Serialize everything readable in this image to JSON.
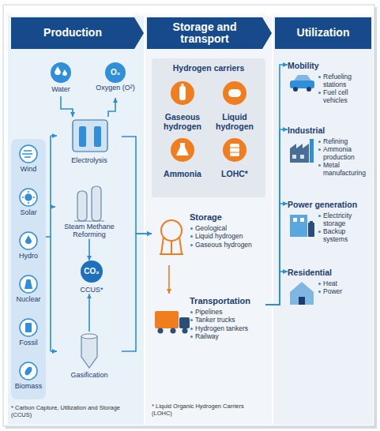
{
  "diagram": {
    "nodes": [
      {
        "text": [
          "Production"
        ]
      },
      {
        "text": [
          "Storage and transport"
        ]
      },
      {
        "text": [
          "Utilization"
        ]
      },
      {
        "text": [
          "Water"
        ]
      },
      {
        "text": [
          "O₂",
          "Oxygen (O²)"
        ]
      },
      {
        "text": [
          "Wind"
        ]
      },
      {
        "text": [
          "Solar"
        ]
      },
      {
        "text": [
          "Hydro"
        ]
      },
      {
        "text": [
          "Nuclear"
        ]
      },
      {
        "text": [
          "Fossil"
        ]
      },
      {
        "text": [
          "Biomass"
        ]
      },
      {
        "text": [
          "Electrolysis"
        ]
      },
      {
        "text": [
          "Steam Methane Reforming"
        ]
      },
      {
        "text": [
          "CO₂",
          "CCUS*"
        ]
      },
      {
        "text": [
          "Gasification"
        ]
      },
      {
        "text": [
          "Hydrogen carriers"
        ]
      },
      {
        "text": [
          "Gaseous hydrogen"
        ],
        "in": 15
      },
      {
        "text": [
          "Liquid hydrogen"
        ],
        "in": 15
      },
      {
        "text": [
          "Ammonia"
        ],
        "in": 15
      },
      {
        "text": [
          "LOHC*"
        ],
        "in": 15
      },
      {
        "text": [
          "Storage",
          "Geological",
          "Liquid hydrogen",
          "Gaseous hydrogen"
        ]
      },
      {
        "text": [
          "Transportation",
          "Pipelines",
          "Tanker trucks",
          "Hydrogen tankers",
          "Railway"
        ]
      },
      {
        "text": [
          "Mobility",
          "Refueling stations",
          "Fuel cell vehicles"
        ]
      },
      {
        "text": [
          "Industrial",
          "Refining",
          "Ammonia production",
          "Metal manufacturing"
        ]
      },
      {
        "text": [
          "Power generation",
          "Electricity storage",
          "Backup systems"
        ]
      },
      {
        "text": [
          "Residential",
          "Heat",
          "Power"
        ]
      }
    ],
    "edges": [
      {
        "from": 3,
        "to": 11,
        "arrow": "to"
      },
      {
        "from": 11,
        "to": 4,
        "arrow": "to"
      },
      {
        "from": 11,
        "to": 20,
        "arrow": "to"
      },
      {
        "from": 12,
        "to": 13,
        "arrow": "to"
      },
      {
        "from": 14,
        "to": 13,
        "arrow": "to"
      },
      {
        "from": 14,
        "to": 20,
        "arrow": "to"
      },
      {
        "from": 20,
        "to": 21,
        "arrow": "to"
      },
      {
        "from": 21,
        "to": 22,
        "arrow": "to"
      },
      {
        "from": 21,
        "to": 23,
        "arrow": "to"
      },
      {
        "from": 21,
        "to": 24,
        "arrow": "to"
      },
      {
        "from": 21,
        "to": 25,
        "arrow": "to"
      }
    ],
    "labels": [
      "* Carbon Capture, Utilization and Storage (CCUS)",
      "* Liquid Organic Hydrogen Carriers (LOHC)"
    ]
  }
}
